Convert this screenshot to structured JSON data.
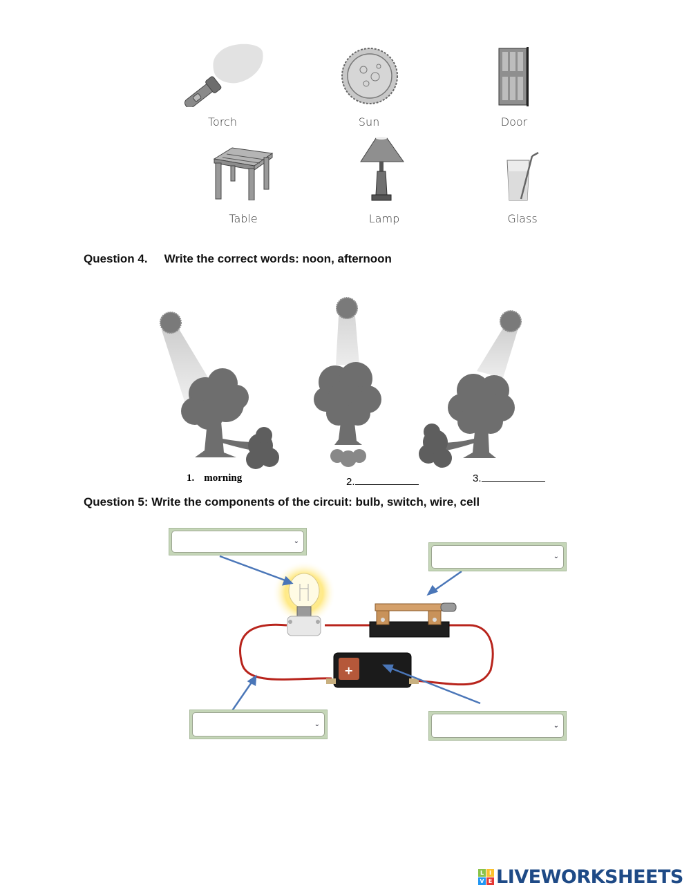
{
  "objects": {
    "row1": [
      {
        "label": "Torch",
        "icon": "torch-icon"
      },
      {
        "label": "Sun",
        "icon": "sun-icon"
      },
      {
        "label": "Door",
        "icon": "door-icon"
      }
    ],
    "row2": [
      {
        "label": "Table",
        "icon": "table-icon"
      },
      {
        "label": "Lamp",
        "icon": "lamp-icon"
      },
      {
        "label": "Glass",
        "icon": "glass-icon"
      }
    ]
  },
  "question4": {
    "number": "Question 4.",
    "instruction": "Write the correct words: noon, afternoon",
    "items": [
      {
        "num": "1.",
        "answer": "morning"
      },
      {
        "num": "2.",
        "answer": ""
      },
      {
        "num": "3.",
        "answer": ""
      }
    ]
  },
  "question5": {
    "title": "Question 5: Write the components of the circuit: bulb, switch, wire, cell",
    "dropdowns": [
      {
        "id": "bulb-target",
        "selected": ""
      },
      {
        "id": "switch-target",
        "selected": ""
      },
      {
        "id": "wire-target",
        "selected": ""
      },
      {
        "id": "cell-target",
        "selected": ""
      }
    ],
    "dropdown_chevron": "⌄",
    "battery_symbol": "+"
  },
  "logo": {
    "letters": [
      "L",
      "I",
      "V",
      "E"
    ],
    "letter_colors": [
      "#8bc34a",
      "#fbc02d",
      "#2196f3",
      "#e53935"
    ],
    "text": "LIVEWORKSHEETS",
    "color": "#1e4a86"
  }
}
